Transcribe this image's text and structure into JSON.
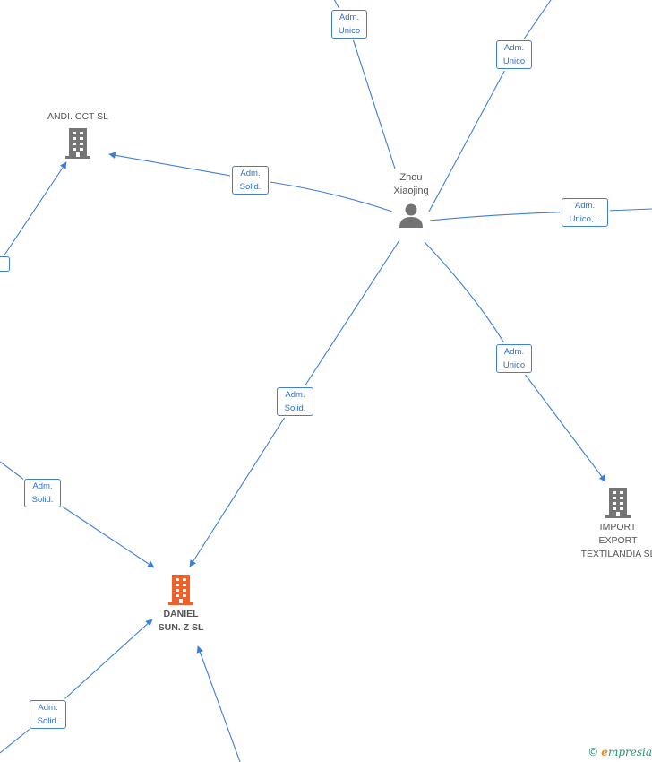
{
  "person": {
    "name_line1": "Zhou",
    "name_line2": "Xiaojing",
    "icon": "person-icon"
  },
  "companies": {
    "andi": {
      "name_line1": "ANDI. CCT  SL",
      "icon": "building-icon",
      "color": "#757575"
    },
    "daniel": {
      "name_line1": "DANIEL",
      "name_line2": "SUN. Z  SL",
      "icon": "building-icon",
      "color": "#f0602b"
    },
    "import": {
      "name_line1": "IMPORT",
      "name_line2": "EXPORT",
      "name_line3": "TEXTILANDIA SL",
      "icon": "building-icon",
      "color": "#757575"
    }
  },
  "edge_labels": {
    "top_left": {
      "line1": "Adm.",
      "line2": "Unico"
    },
    "top_right": {
      "line1": "Adm.",
      "line2": "Unico"
    },
    "to_andi": {
      "line1": "Adm.",
      "line2": "Solid."
    },
    "right": {
      "line1": "Adm.",
      "line2": "Unico,..."
    },
    "to_import": {
      "line1": "Adm.",
      "line2": "Unico"
    },
    "to_daniel": {
      "line1": "Adm.",
      "line2": "Solid."
    },
    "left_daniel": {
      "line1": "Adm.",
      "line2": "Solid."
    },
    "bottom_left_daniel": {
      "line1": "Adm.",
      "line2": "Solid."
    },
    "left_edge_stub": {
      "line1": "",
      "line2": "."
    }
  },
  "colors": {
    "edge": "#3d7fd6",
    "label_text": "#2f6fc9",
    "node_text": "#555555"
  },
  "watermark": {
    "copyright": "©",
    "brand_first": "e",
    "brand_rest": "mpresia"
  }
}
